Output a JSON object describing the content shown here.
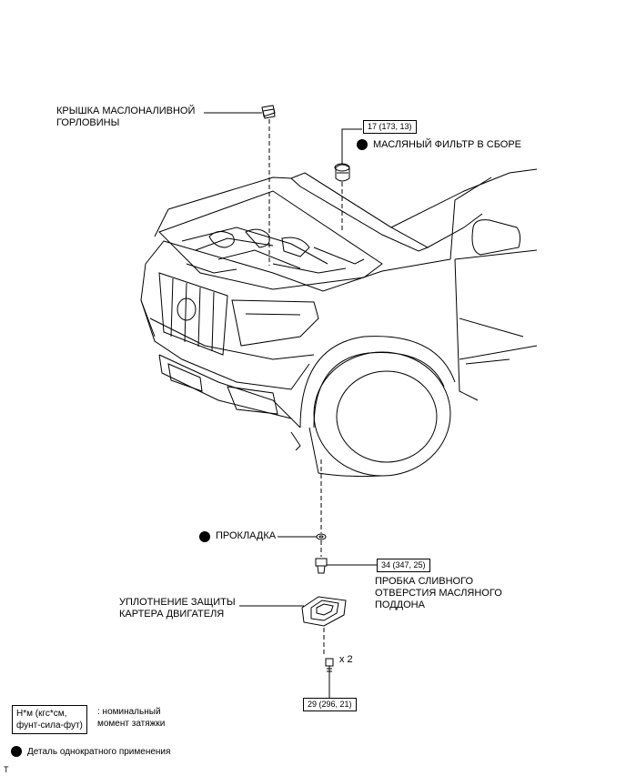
{
  "labels": {
    "oil_cap": [
      "КРЫШКА МАСЛОНАЛИВНОЙ",
      "ГОРЛОВИНЫ"
    ],
    "oil_filter": "МАСЛЯНЫЙ ФИЛЬТР В СБОРЕ",
    "gasket": "ПРОКЛАДКА",
    "drain_plug": [
      "ПРОБКА СЛИВНОГО",
      "ОТВЕРСТИЯ МАСЛЯНОГО",
      "ПОДДОНА"
    ],
    "seal": [
      "УПЛОТНЕНИЕ ЗАЩИТЫ",
      "КАРТЕРА ДВИГАТЕЛЯ"
    ],
    "bolt_qty": "x 2"
  },
  "torque": {
    "oil_filter": "17 (173, 13)",
    "drain_plug": "34 (347, 25)",
    "bolt": "29 (296, 21)"
  },
  "legend": {
    "torque_units": [
      "Н*м (кгс*см,",
      "фунт-сила-фут)"
    ],
    "torque_desc": [
      ": номинальный",
      "момент затяжки"
    ],
    "single_use": "Деталь однократного применения"
  },
  "footer_mark": "T"
}
